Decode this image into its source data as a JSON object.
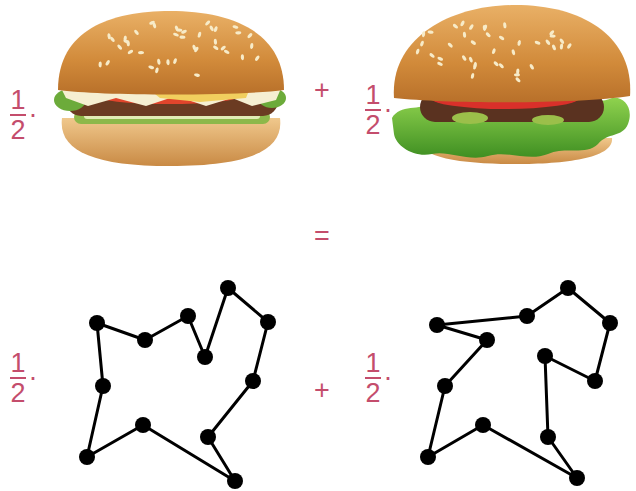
{
  "diagram": {
    "labels": [
      "1",
      "2",
      "·",
      "+",
      "1",
      "2",
      "·",
      "=",
      "1",
      "2",
      "·",
      "+",
      "1",
      "2",
      "·"
    ]
  }
}
